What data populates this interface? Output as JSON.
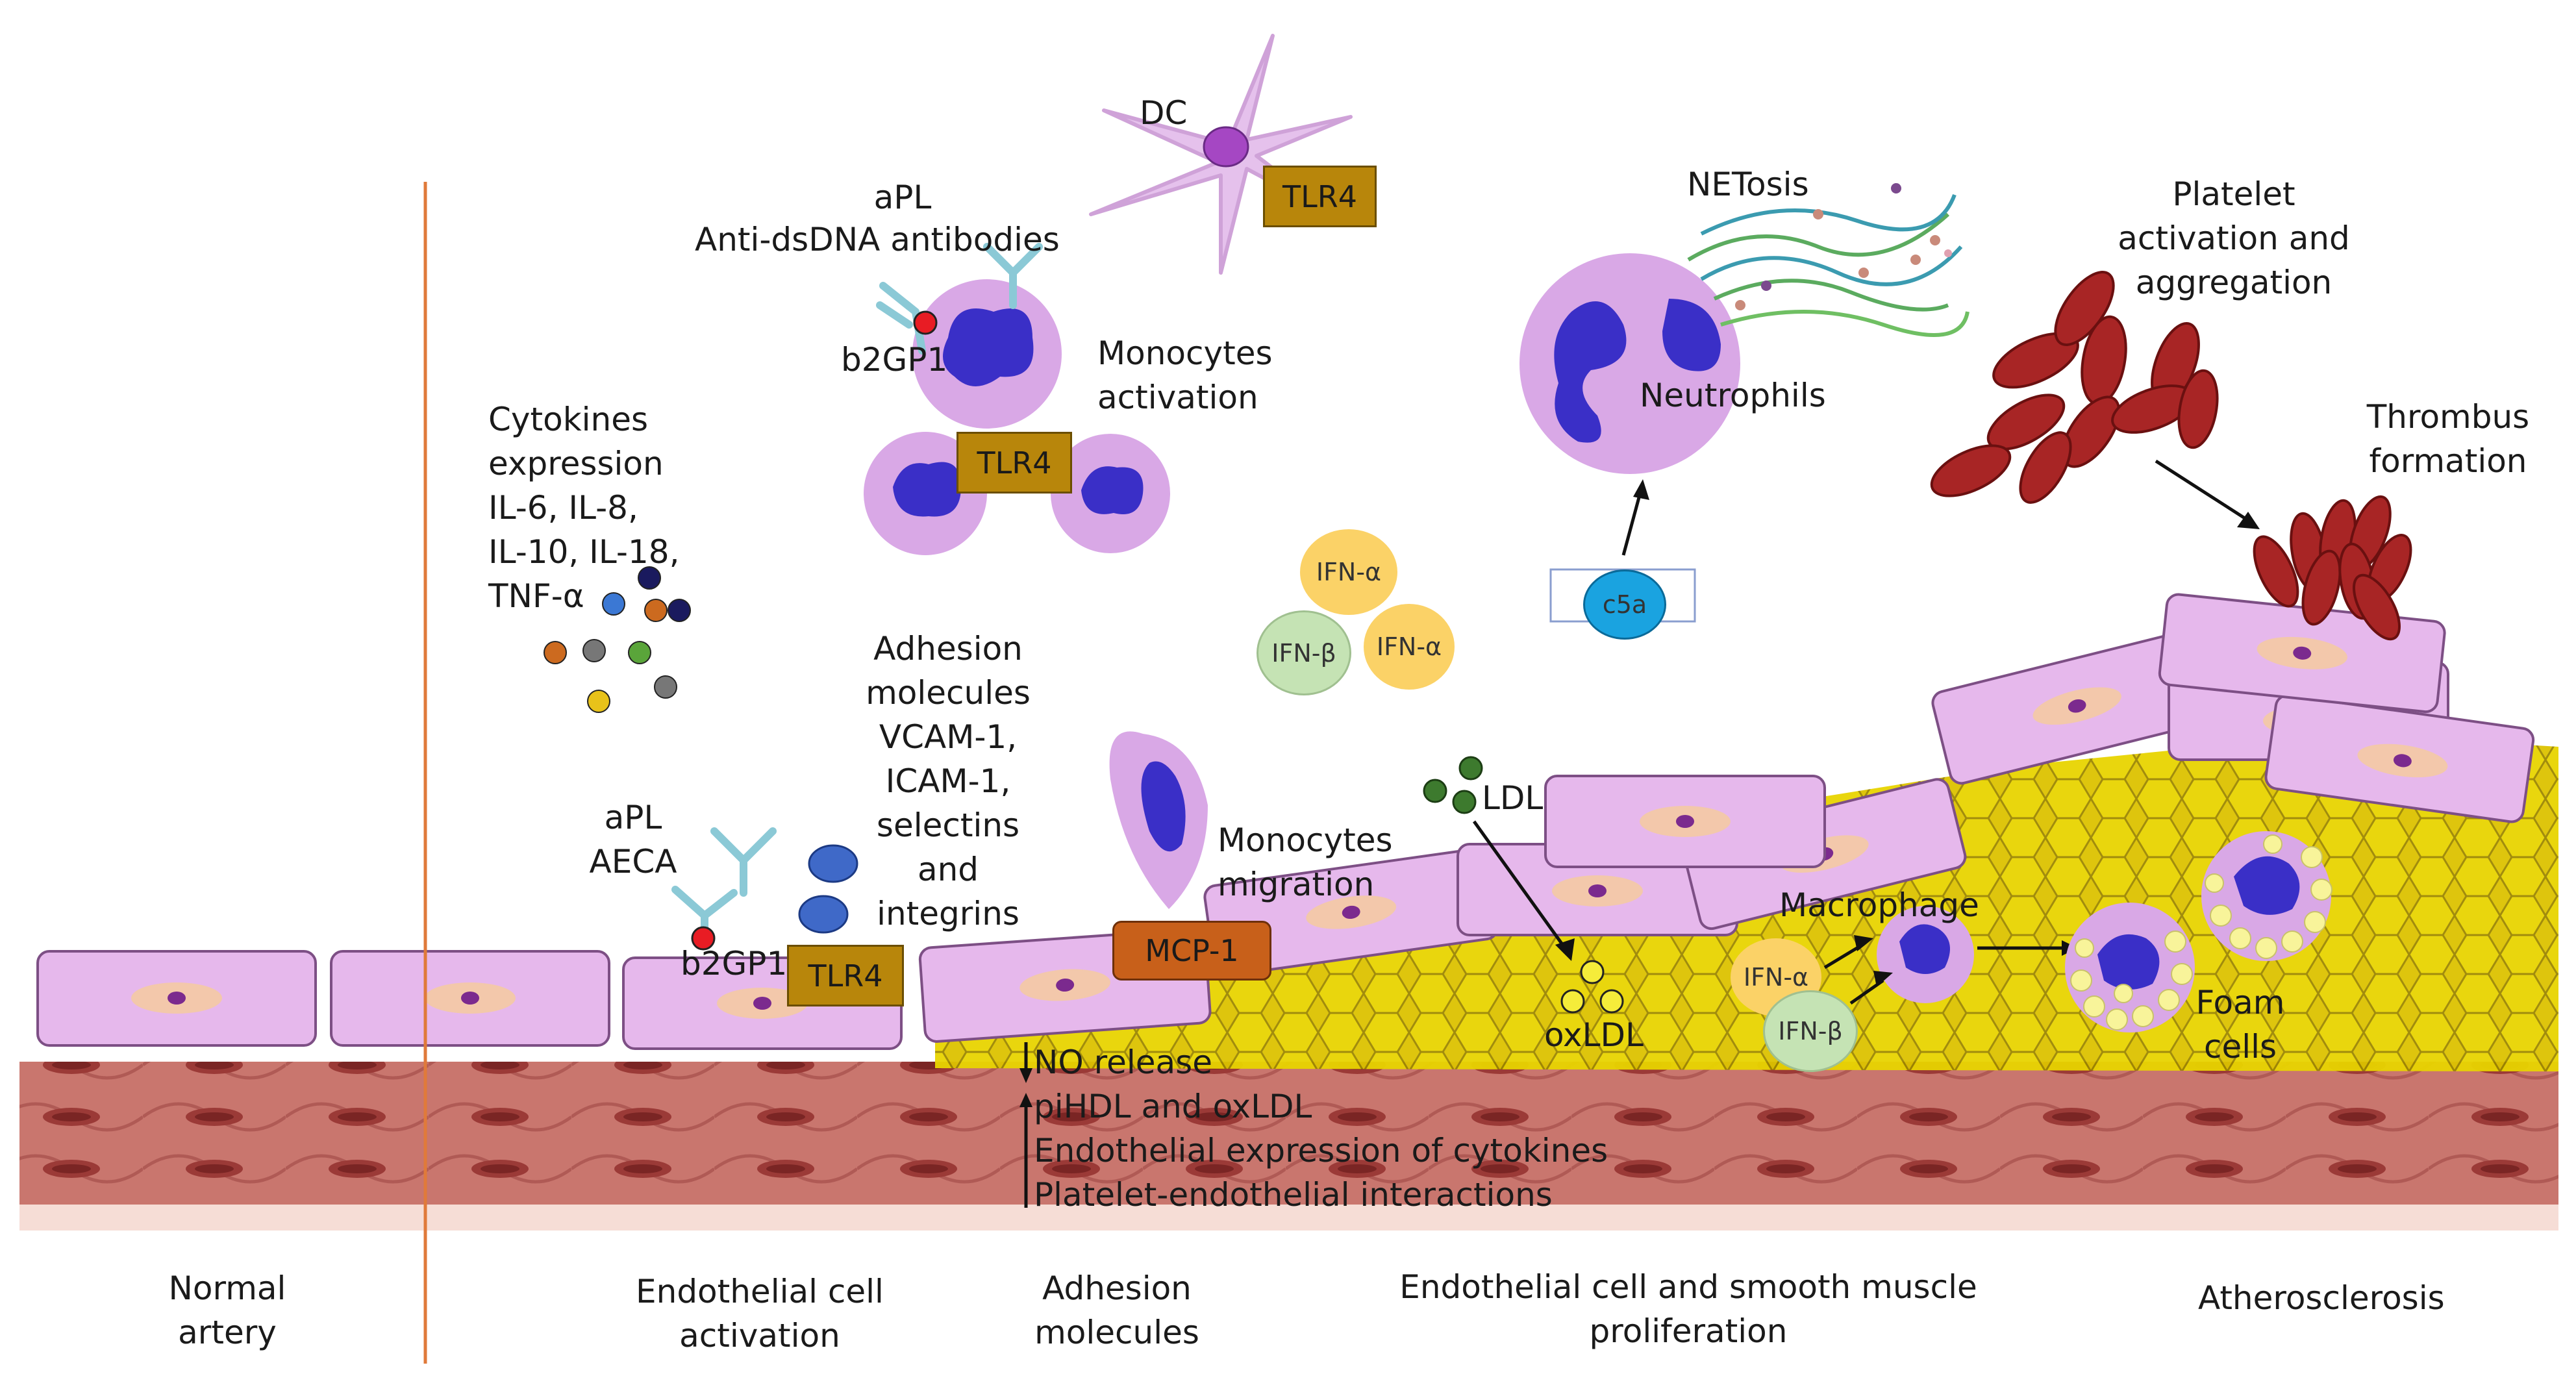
{
  "labels": {
    "dc": "DC",
    "apl_top": "aPL",
    "anti_dsdna": "Anti-dsDNA antibodies",
    "b2gp1_top": "b2GP1",
    "monocytes_activation": [
      "Monocytes",
      "activation"
    ],
    "netosis": "NETosis",
    "neutrophils": "Neutrophils",
    "platelet": [
      "Platelet",
      "activation and",
      "aggregation"
    ],
    "thrombus": [
      "Thrombus",
      "formation"
    ],
    "cytokines": [
      "Cytokines",
      "expression",
      "IL-6, IL-8,",
      "IL-10, IL-18,",
      "TNF-α"
    ],
    "adhesion_list": [
      "Adhesion",
      "molecules",
      "VCAM-1,",
      "ICAM-1,",
      "selectins",
      "and",
      "integrins"
    ],
    "apl_aeca": [
      "aPL",
      "AECA"
    ],
    "b2gp1_bottom": "b2GP1",
    "monocytes_migration": [
      "Monocytes",
      "migration"
    ],
    "ldl": "LDL",
    "oxldl": "oxLDL",
    "macrophage": "Macrophage",
    "foam_cells": [
      "Foam",
      "cells"
    ],
    "effects": [
      "NO release",
      "piHDL and oxLDL",
      "Endothelial expression of cytokines",
      "Platelet-endothelial interactions"
    ]
  },
  "boxes": {
    "tlr4_dc": "TLR4",
    "tlr4_monocyte": "TLR4",
    "tlr4_endo": "TLR4",
    "mcp1": "MCP-1",
    "c5a": "c5a"
  },
  "bubbles": {
    "ifn_alpha_1": "IFN-α",
    "ifn_beta_1": "IFN-β",
    "ifn_alpha_2": "IFN-α",
    "ifn_alpha_3": "IFN-α",
    "ifn_beta_2": "IFN-β"
  },
  "stages": {
    "normal_artery": [
      "Normal",
      "artery"
    ],
    "endothelial_activation": [
      "Endothelial cell",
      "activation"
    ],
    "adhesion_molecules": [
      "Adhesion",
      "molecules"
    ],
    "proliferation": [
      "Endothelial cell and smooth muscle",
      "proliferation"
    ],
    "atherosclerosis": "Atherosclerosis"
  },
  "colors": {
    "endothelium": "#e4b4ea",
    "nucleus_halo": "#f2c7a9",
    "nucleus": "#7b2a8e",
    "muscle": "#c8716a",
    "plaque": "#d9c400",
    "rbc": "#a82525",
    "tlr4": "#b8860b",
    "mcp1": "#c8601a",
    "c5a": "#1aa3e0",
    "divider": "#e07a3a"
  }
}
